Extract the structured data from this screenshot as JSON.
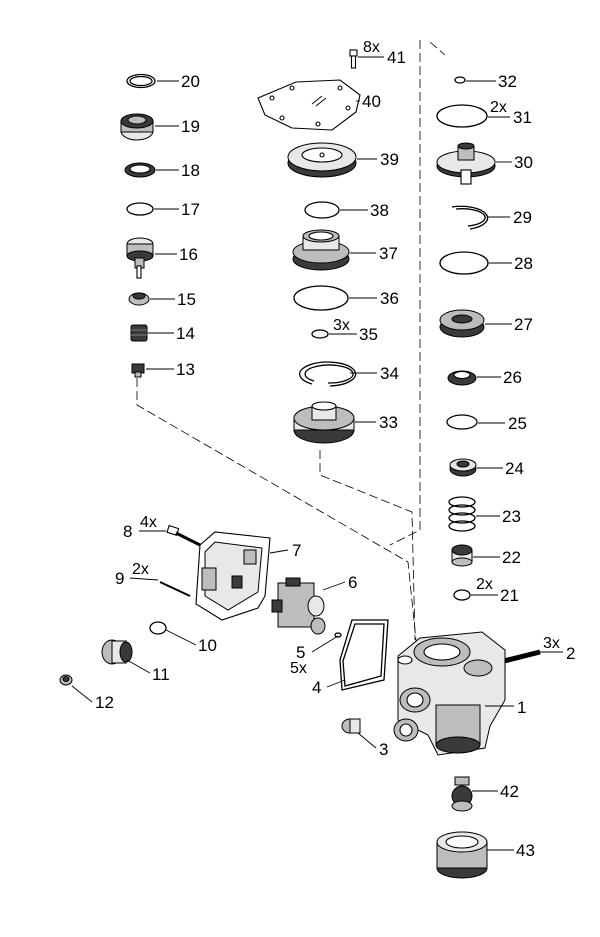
{
  "diagram": {
    "type": "exploded-parts-view",
    "callouts": [
      {
        "id": "1",
        "num": "1",
        "qty": ""
      },
      {
        "id": "2",
        "num": "2",
        "qty": "3x"
      },
      {
        "id": "3",
        "num": "3",
        "qty": ""
      },
      {
        "id": "4",
        "num": "4",
        "qty": ""
      },
      {
        "id": "5",
        "num": "5",
        "qty": "5x"
      },
      {
        "id": "6",
        "num": "6",
        "qty": ""
      },
      {
        "id": "7",
        "num": "7",
        "qty": ""
      },
      {
        "id": "8",
        "num": "8",
        "qty": "4x"
      },
      {
        "id": "9",
        "num": "9",
        "qty": "2x"
      },
      {
        "id": "10",
        "num": "10",
        "qty": ""
      },
      {
        "id": "11",
        "num": "11",
        "qty": ""
      },
      {
        "id": "12",
        "num": "12",
        "qty": ""
      },
      {
        "id": "13",
        "num": "13",
        "qty": ""
      },
      {
        "id": "14",
        "num": "14",
        "qty": ""
      },
      {
        "id": "15",
        "num": "15",
        "qty": ""
      },
      {
        "id": "16",
        "num": "16",
        "qty": ""
      },
      {
        "id": "17",
        "num": "17",
        "qty": ""
      },
      {
        "id": "18",
        "num": "18",
        "qty": ""
      },
      {
        "id": "19",
        "num": "19",
        "qty": ""
      },
      {
        "id": "20",
        "num": "20",
        "qty": ""
      },
      {
        "id": "21",
        "num": "21",
        "qty": "2x"
      },
      {
        "id": "22",
        "num": "22",
        "qty": ""
      },
      {
        "id": "23",
        "num": "23",
        "qty": ""
      },
      {
        "id": "24",
        "num": "24",
        "qty": ""
      },
      {
        "id": "25",
        "num": "25",
        "qty": ""
      },
      {
        "id": "26",
        "num": "26",
        "qty": ""
      },
      {
        "id": "27",
        "num": "27",
        "qty": ""
      },
      {
        "id": "28",
        "num": "28",
        "qty": ""
      },
      {
        "id": "29",
        "num": "29",
        "qty": ""
      },
      {
        "id": "30",
        "num": "30",
        "qty": ""
      },
      {
        "id": "31",
        "num": "31",
        "qty": "2x"
      },
      {
        "id": "32",
        "num": "32",
        "qty": ""
      },
      {
        "id": "33",
        "num": "33",
        "qty": ""
      },
      {
        "id": "34",
        "num": "34",
        "qty": ""
      },
      {
        "id": "35",
        "num": "35",
        "qty": "3x"
      },
      {
        "id": "36",
        "num": "36",
        "qty": ""
      },
      {
        "id": "37",
        "num": "37",
        "qty": ""
      },
      {
        "id": "38",
        "num": "38",
        "qty": ""
      },
      {
        "id": "39",
        "num": "39",
        "qty": ""
      },
      {
        "id": "40",
        "num": "40",
        "qty": ""
      },
      {
        "id": "41",
        "num": "41",
        "qty": "8x"
      },
      {
        "id": "42",
        "num": "42",
        "qty": ""
      },
      {
        "id": "43",
        "num": "43",
        "qty": ""
      }
    ]
  }
}
